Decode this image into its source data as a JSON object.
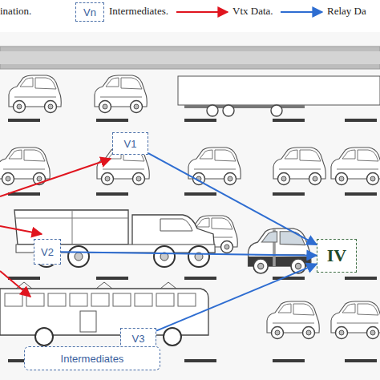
{
  "diagram": {
    "nodes": [
      {
        "text": [
          "V1"
        ]
      },
      {
        "text": [
          "V2"
        ]
      },
      {
        "text": [
          "IV"
        ]
      },
      {
        "text": [
          "V3"
        ]
      },
      {
        "text": [
          "Intermediates"
        ]
      }
    ],
    "edges": [
      {
        "from": 0,
        "to": 2,
        "arrow": "to"
      },
      {
        "from": 1,
        "to": 2,
        "arrow": "to"
      },
      {
        "from": 3,
        "to": 2,
        "arrow": "to"
      }
    ],
    "labels": [
      "Vn"
    ],
    "legend": [
      {
        "text": "ination."
      },
      {
        "text": "Intermediates."
      },
      {
        "text": "Vtx Data."
      },
      {
        "text": "Relay Da"
      }
    ]
  }
}
